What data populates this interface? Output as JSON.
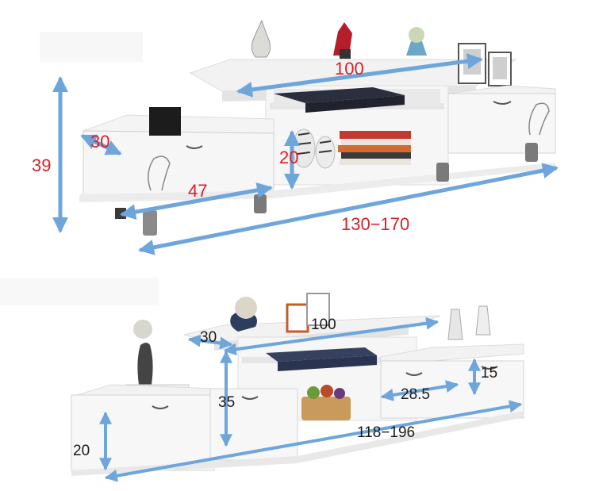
{
  "top_view": {
    "dimensions": {
      "height": "39",
      "depth": "30",
      "center_height": "20",
      "top_width": "100",
      "side_width": "47",
      "total_width": "130−170"
    }
  },
  "bottom_view": {
    "dimensions": {
      "depth": "30",
      "top_width": "100",
      "height": "35",
      "drawer_height": "15",
      "drawer_width": "28.5",
      "total_width": "118−196",
      "base_height": "20"
    }
  },
  "colors": {
    "label_red": "#d8202a",
    "label_dark": "#1a1a1a",
    "arrow_blue": "#6ea6dc",
    "cabinet_white": "#f4f4f4"
  }
}
